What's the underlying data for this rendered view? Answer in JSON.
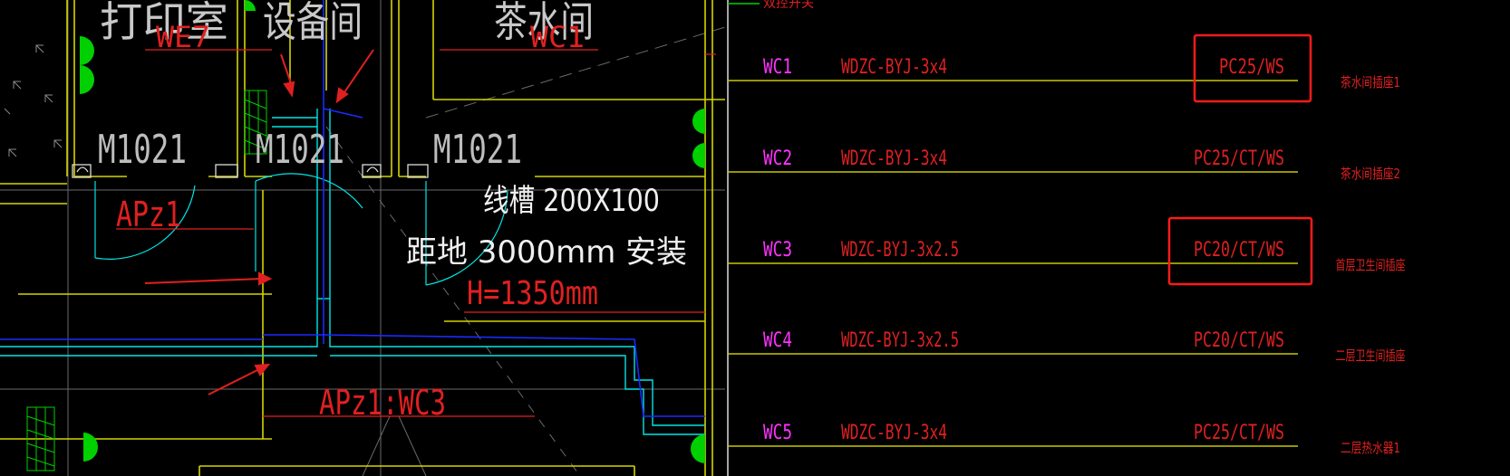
{
  "colors": {
    "background": "#000000",
    "wall_yellow": "#d4d400",
    "cyan": "#00e5e5",
    "blue": "#1a2aff",
    "green": "#00e000",
    "white": "#dcdcdc",
    "gray": "#9a9a9a",
    "red": "#e02020",
    "magenta": "#ff33ff",
    "circuit_line": "#c8c800",
    "highlight_box": "#ff1a1a"
  },
  "floor_plan": {
    "room_labels": [
      "打印室",
      "设备间",
      "茶水间"
    ],
    "door_labels": [
      "M1021",
      "M1021",
      "M1021"
    ],
    "wire_tags": [
      "WE7",
      "WC1"
    ],
    "panel_label": "APz1",
    "trough_text": "线槽  200X100",
    "height_note": "距地  3000mm     安装",
    "mount_height": "H=1350mm",
    "feed_label": "APz1:WC3"
  },
  "schedule": {
    "top_label": "双控开关",
    "circuits": [
      {
        "id": "WC1",
        "cable": "WDZC-BYJ-3x4",
        "conduit": "PC25/WS",
        "load": "茶水间插座1",
        "highlighted": true
      },
      {
        "id": "WC2",
        "cable": "WDZC-BYJ-3x4",
        "conduit": "PC25/CT/WS",
        "load": "茶水间插座2",
        "highlighted": false
      },
      {
        "id": "WC3",
        "cable": "WDZC-BYJ-3x2.5",
        "conduit": "PC20/CT/WS",
        "load": "首层卫生间插座",
        "highlighted": true
      },
      {
        "id": "WC4",
        "cable": "WDZC-BYJ-3x2.5",
        "conduit": "PC20/CT/WS",
        "load": "二层卫生间插座",
        "highlighted": false
      },
      {
        "id": "WC5",
        "cable": "WDZC-BYJ-3x4",
        "conduit": "PC25/CT/WS",
        "load": "二层热水器1",
        "highlighted": false
      }
    ]
  }
}
